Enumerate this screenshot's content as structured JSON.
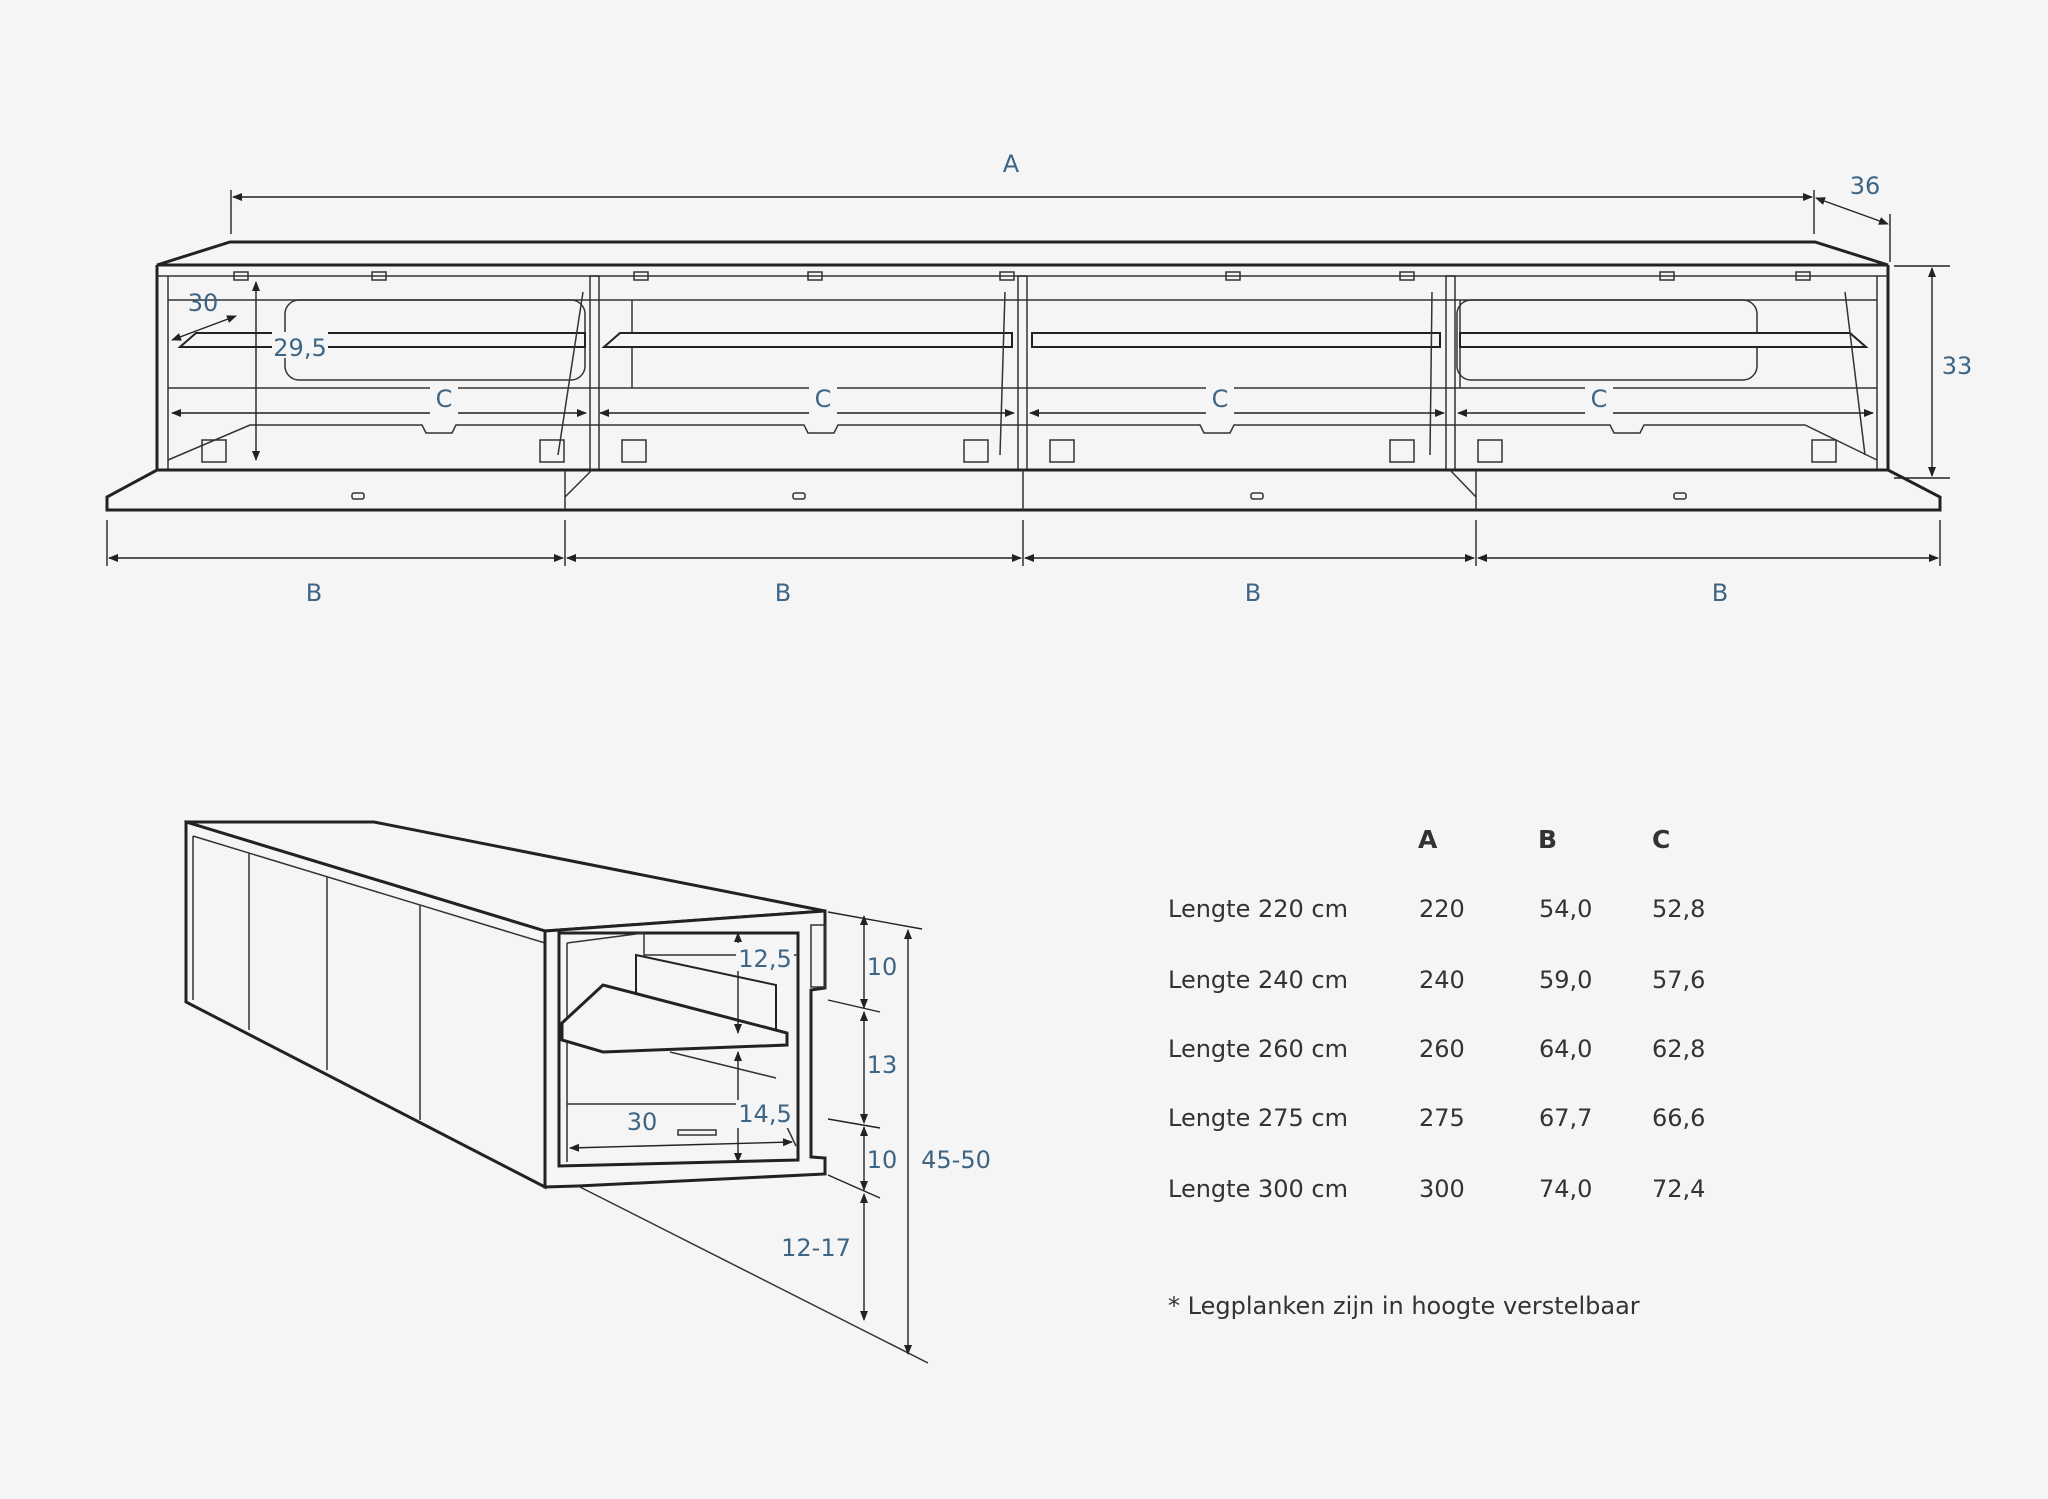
{
  "front_view": {
    "width_label": "A",
    "depth_label": "36",
    "height_label": "33",
    "shelf_depth_label": "30",
    "inner_height_label": "29,5",
    "inner_width_label": "C",
    "flap_width_label": "B"
  },
  "side_view": {
    "labels": [
      "10",
      "13",
      "10",
      "45-50",
      "12-17",
      "12,5",
      "14,5",
      "30"
    ]
  },
  "table": {
    "headers": [
      "A",
      "B",
      "C"
    ],
    "rows": [
      {
        "label": "Lengte 220 cm",
        "a": "220",
        "b": "54,0",
        "c": "52,8"
      },
      {
        "label": "Lengte 240 cm",
        "a": "240",
        "b": "59,0",
        "c": "57,6"
      },
      {
        "label": "Lengte 260 cm",
        "a": "260",
        "b": "64,0",
        "c": "62,8"
      },
      {
        "label": "Lengte 275 cm",
        "a": "275",
        "b": "67,7",
        "c": "66,6"
      },
      {
        "label": "Lengte 300 cm",
        "a": "300",
        "b": "74,0",
        "c": "72,4"
      }
    ]
  },
  "footnote": "* Legplanken zijn in hoogte verstelbaar",
  "colors": {
    "label": "#3f6585",
    "line": "#222222",
    "background": "#f5f5f5"
  }
}
